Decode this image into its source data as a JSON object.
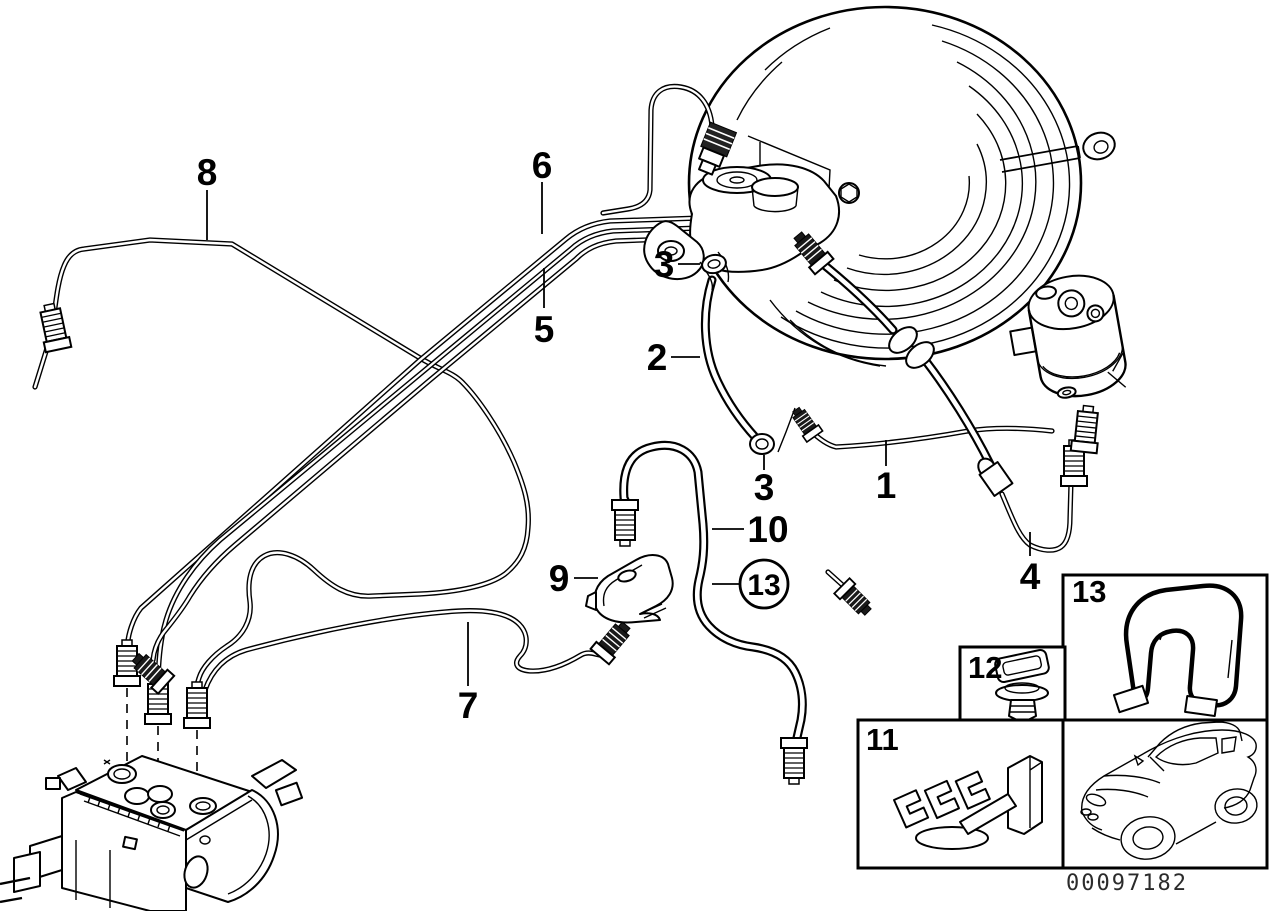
{
  "figure": {
    "image_number": "00097182",
    "background_color": "#ffffff",
    "line_color": "#000000"
  },
  "callouts": {
    "c8": {
      "text": "8"
    },
    "c6": {
      "text": "6"
    },
    "c5": {
      "text": "5"
    },
    "c3a": {
      "text": "3"
    },
    "c2": {
      "text": "2"
    },
    "c3b": {
      "text": "3"
    },
    "c1": {
      "text": "1"
    },
    "c4": {
      "text": "4"
    },
    "c10": {
      "text": "10"
    },
    "c9": {
      "text": "9"
    },
    "c7": {
      "text": "7"
    },
    "c13": {
      "text": "13"
    }
  },
  "insets": {
    "box13": {
      "label": "13"
    },
    "box12": {
      "label": "12"
    },
    "box11": {
      "label": "11"
    }
  }
}
